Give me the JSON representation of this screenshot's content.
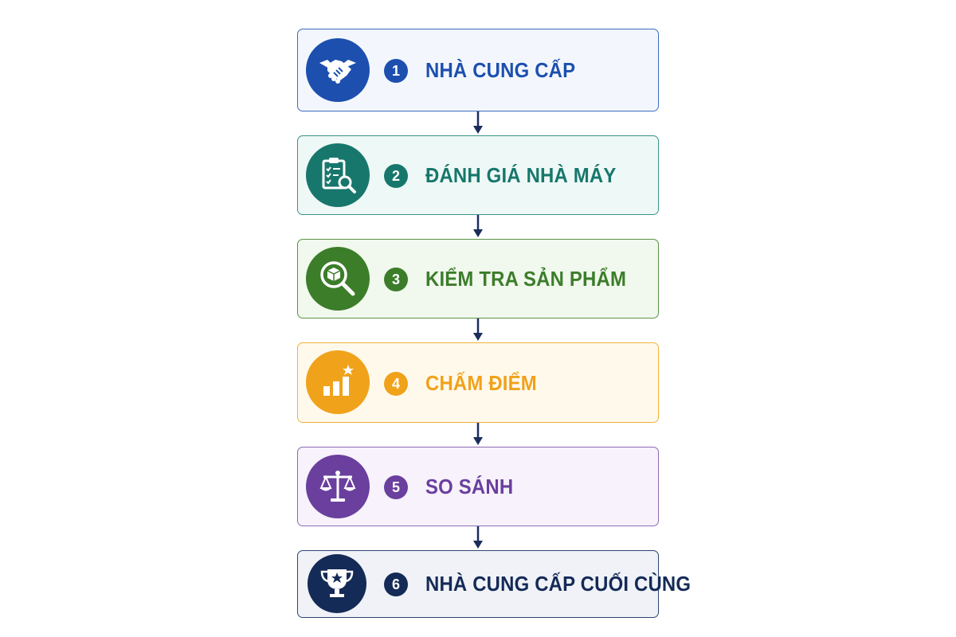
{
  "steps": [
    {
      "number": "1",
      "label": "NHÀ CUNG CẤP",
      "icon": "handshake-icon",
      "color": "#1d4fae",
      "bg": "#f3f7fd",
      "border": "#3d6cc0"
    },
    {
      "number": "2",
      "label": "ĐÁNH GIÁ NHÀ MÁY",
      "icon": "clipboard-audit-icon",
      "color": "#17776c",
      "bg": "#eef8f6",
      "border": "#3a9388"
    },
    {
      "number": "3",
      "label": "KIỂM TRA SẢN PHẨM",
      "icon": "box-inspection-icon",
      "color": "#3c7d2a",
      "bg": "#f1f8ed",
      "border": "#5b9445"
    },
    {
      "number": "4",
      "label": "CHẤM ĐIỂM",
      "icon": "bar-chart-star-icon",
      "color": "#f0a21a",
      "bg": "#fff9ec",
      "border": "#f0b23c"
    },
    {
      "number": "5",
      "label": "SO SÁNH",
      "icon": "scales-icon",
      "color": "#6a3f9e",
      "bg": "#f7f2fb",
      "border": "#8c6bb4"
    },
    {
      "number": "6",
      "label": "NHÀ CUNG CẤP CUỐI CÙNG",
      "icon": "trophy-icon",
      "color": "#142a57",
      "bg": "#f0f2f7",
      "border": "#2f4470"
    }
  ],
  "arrow_color": "#1a2d5c"
}
